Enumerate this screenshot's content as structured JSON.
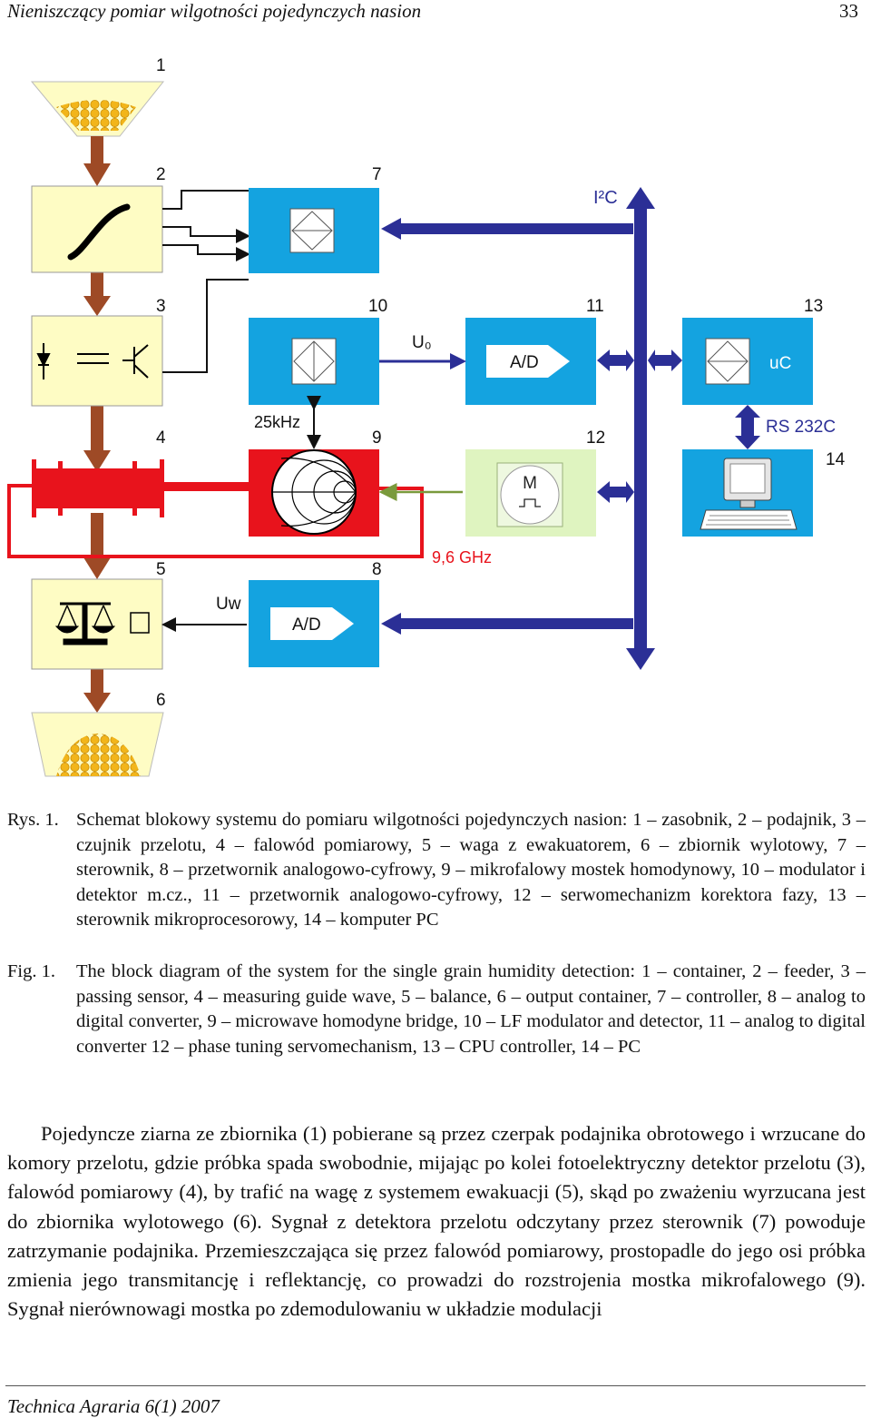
{
  "header": {
    "running_title": "Nieniszczący pomiar wilgotności pojedynczych nasion",
    "page_number": "33"
  },
  "diagram": {
    "block_numbers": [
      "1",
      "2",
      "3",
      "4",
      "5",
      "6",
      "7",
      "8",
      "9",
      "10",
      "11",
      "12",
      "13",
      "14"
    ],
    "labels": {
      "bus": "I²C",
      "u0": "U₀",
      "uw": "Uw",
      "freq_lf": "25kHz",
      "freq_mw": "9,6 GHz",
      "rs232": "RS 232C",
      "ad": "A/D",
      "uc": "uC",
      "motor": "M"
    },
    "colors": {
      "block_cyan": "#14a3e0",
      "block_yellow": "#fefcc4",
      "bus_blue": "#2b2f96",
      "arrow_brown": "#9e4a26",
      "waveguide_red": "#e8131c",
      "signal_green": "#7a9a3c"
    }
  },
  "caption_pl": {
    "lead": "Rys. 1.",
    "text": "Schemat blokowy systemu do pomiaru wilgotności pojedynczych nasion: 1 – zasobnik, 2 – podajnik, 3 – czujnik przelotu, 4 – falowód pomiarowy, 5 – waga z ewakuatorem, 6 – zbiornik wylotowy, 7 – sterownik, 8 – przetwornik analogowo-cyfrowy, 9 – mikrofalowy mostek homodynowy, 10 – modulator i detektor m.cz., 11 – przetwornik analogowo-cyfrowy, 12 – serwomechanizm korektora fazy, 13 – sterownik mikroprocesorowy, 14 – komputer PC"
  },
  "caption_en": {
    "lead": "Fig. 1.",
    "text": "The block diagram of the system for the single grain humidity detection: 1 – container, 2 – feeder, 3 – passing sensor, 4 – measuring guide wave, 5 – balance, 6 – output container, 7 – controller, 8 – analog to digital converter, 9 – microwave homodyne bridge, 10 – LF modulator and detector, 11 – analog to digital converter 12 – phase tuning servomechanism, 13 – CPU controller, 14 – PC"
  },
  "body_paragraph": "Pojedyncze ziarna ze zbiornika (1) pobierane są przez czerpak podajnika obrotowego i wrzucane do komory przelotu, gdzie próbka spada swobodnie, mijając po kolei fotoelektryczny detektor przelotu (3), falowód pomiarowy (4), by trafić na wagę z systemem ewakuacji (5), skąd po zważeniu wyrzucana jest do zbiornika wylotowego (6). Sygnał z detektora przelotu odczytany przez sterownik (7) powoduje zatrzymanie podajnika. Przemieszczająca się przez falowód pomiarowy, prostopadle do jego osi próbka zmienia jego transmitancję i reflektancję, co prowadzi do rozstrojenia mostka mikrofalowego (9). Sygnał nierównowagi mostka po zdemodulowaniu w układzie modulacji",
  "footer": "Technica Agraria 6(1) 2007"
}
